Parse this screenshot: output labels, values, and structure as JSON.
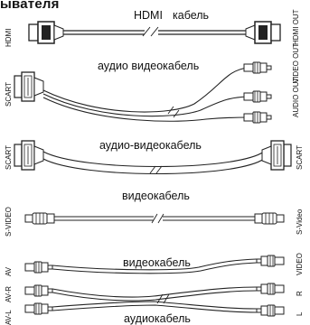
{
  "heading": "ывателя",
  "rows": {
    "hdmi": {
      "caption_a": "HDMI",
      "caption_b": "кабель",
      "left_label": "HDMI",
      "right_label": "HDMI OUT"
    },
    "scart_av": {
      "caption": "аудио видеокабель",
      "left_label": "SCART",
      "video_out": "VIDEO OUT",
      "audio_out": "AUDIO OUT"
    },
    "scart_scart": {
      "caption": "аудио-видеокабель",
      "left_label": "SCART",
      "right_label": "SCART"
    },
    "svideo": {
      "caption": "видеокабель",
      "left_label": "S-VIDEO",
      "right_label": "S-Video"
    },
    "rca": {
      "video_caption": "видеокабель",
      "audio_caption": "аудиокабель",
      "left_av": "AV",
      "left_avr": "AV-R",
      "left_avl": "AV-L",
      "right_video": "VIDEO",
      "right_r": "R",
      "right_l": "L"
    }
  }
}
